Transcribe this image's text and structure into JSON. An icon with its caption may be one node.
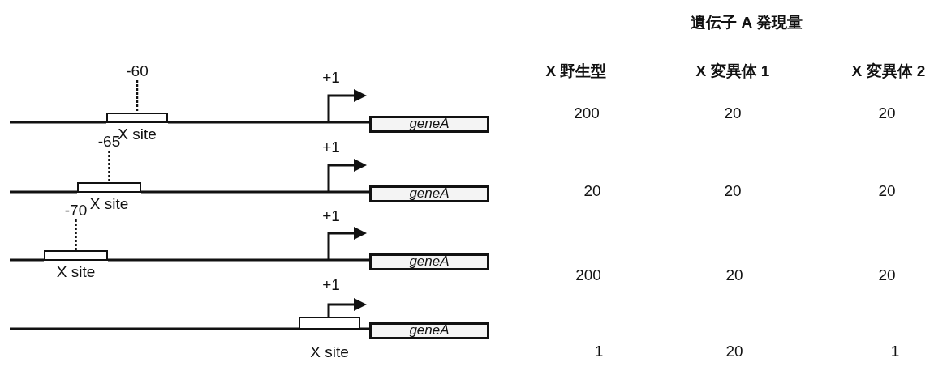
{
  "diagram": {
    "nodes": [
      {
        "text": [
          "X site"
        ]
      },
      {
        "text": [
          "geneA"
        ]
      },
      {
        "text": [
          "X site"
        ]
      },
      {
        "text": [
          "geneA"
        ]
      },
      {
        "text": [
          "X site"
        ]
      },
      {
        "text": [
          "geneA"
        ]
      },
      {
        "text": [
          "X site"
        ]
      },
      {
        "text": [
          "geneA"
        ]
      },
      {
        "text": [
          "-60"
        ]
      },
      {
        "text": [
          "-65"
        ]
      },
      {
        "text": [
          "-70"
        ]
      }
    ],
    "edges": [
      {
        "from": 0,
        "to": 1,
        "arrow": "none"
      },
      {
        "from": 2,
        "to": 3,
        "arrow": "none"
      },
      {
        "from": 4,
        "to": 5,
        "arrow": "none"
      },
      {
        "from": 6,
        "to": 7,
        "arrow": "none"
      },
      {
        "from": 8,
        "to": 0,
        "arrow": "none",
        "style": "dashed"
      },
      {
        "from": 9,
        "to": 2,
        "arrow": "none",
        "style": "dashed"
      },
      {
        "from": 10,
        "to": 4,
        "arrow": "none",
        "style": "dashed"
      }
    ],
    "labels": [
      "遺伝子 A 発現量",
      "X 野生型",
      "X 変異体 1",
      "X 変異体 2",
      "+1",
      "200",
      "20",
      "20",
      "+1",
      "20",
      "20",
      "20",
      "+1",
      "200",
      "20",
      "20",
      "+1",
      "1",
      "20",
      "1"
    ]
  }
}
